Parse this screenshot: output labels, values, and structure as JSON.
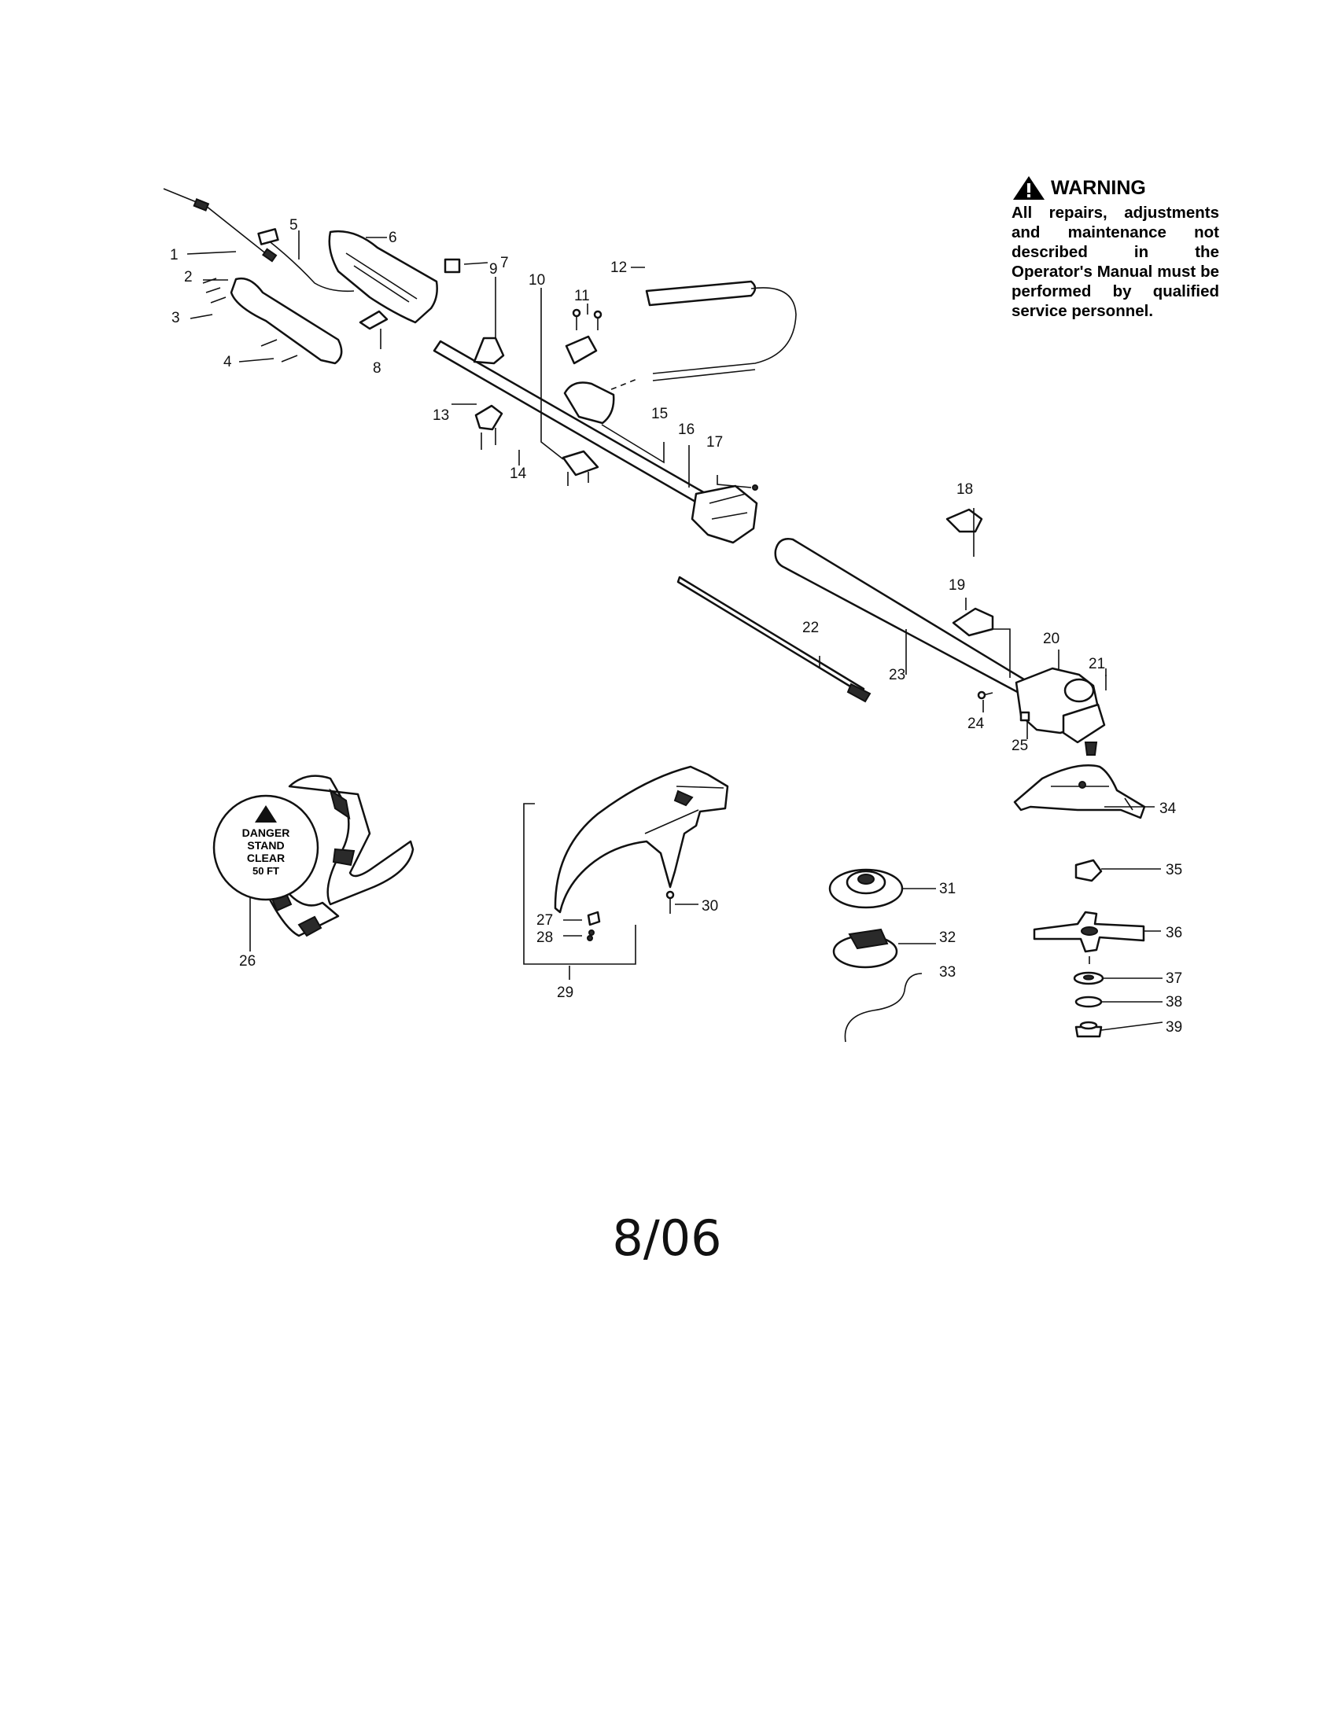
{
  "warning": {
    "title": "WARNING",
    "text": "All repairs, adjustments and maintenance not described in the Operator's Manual must be performed by qualified service personnel."
  },
  "strap_label": {
    "line1": "DANGER",
    "line2": "STAND",
    "line3": "CLEAR",
    "line4": "50 FT"
  },
  "part_numbers": [
    "1",
    "2",
    "3",
    "4",
    "5",
    "6",
    "7",
    "8",
    "9",
    "10",
    "11",
    "12",
    "13",
    "14",
    "15",
    "16",
    "17",
    "18",
    "19",
    "20",
    "21",
    "22",
    "23",
    "24",
    "25",
    "26",
    "27",
    "28",
    "29",
    "30",
    "31",
    "32",
    "33",
    "34",
    "35",
    "36",
    "37",
    "38",
    "39"
  ],
  "date_stamp": "8/06"
}
